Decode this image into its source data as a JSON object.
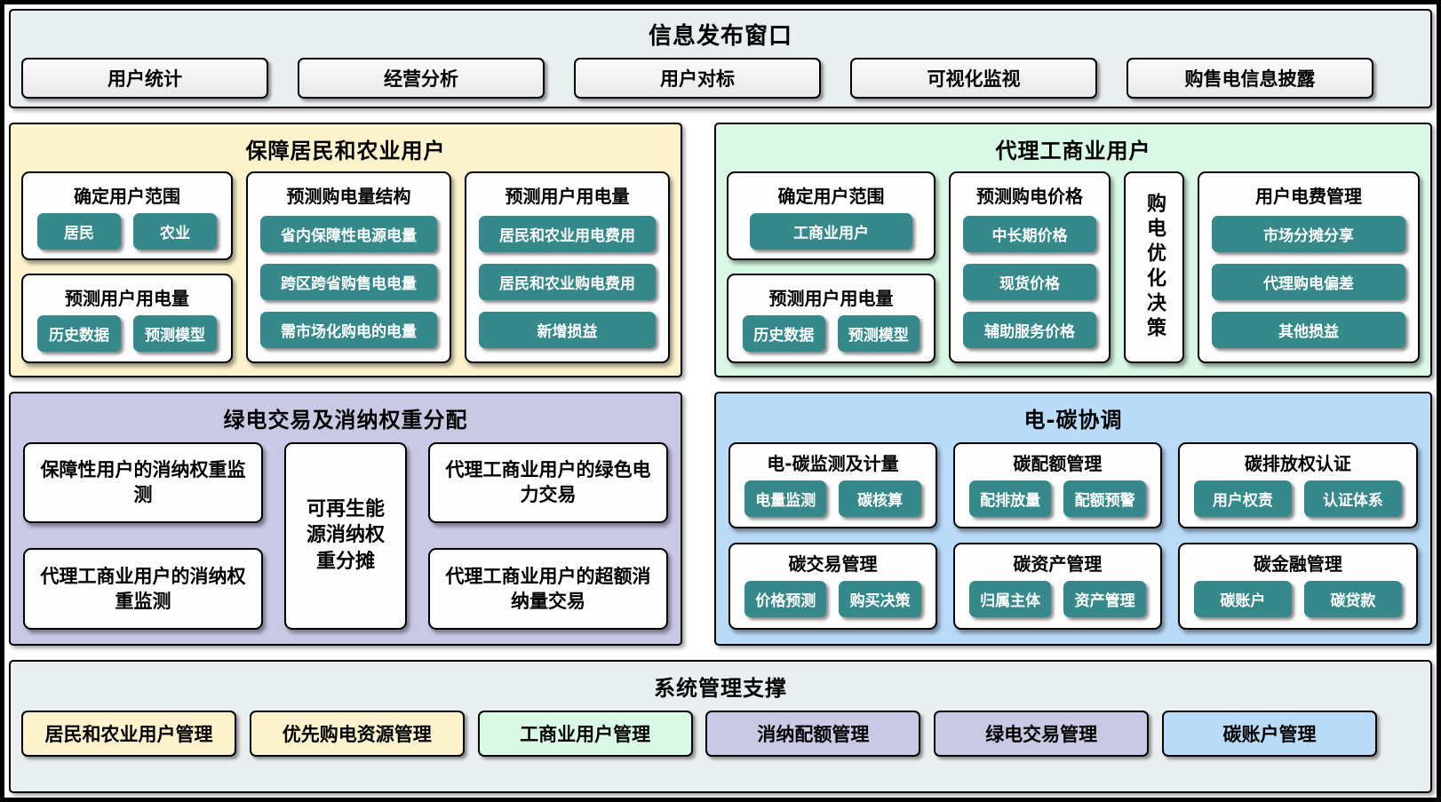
{
  "colors": {
    "teal_chip": "#35898b",
    "panel_yellow": "#fcf3cd",
    "panel_green": "#d9f8e6",
    "panel_purple": "#c9c9e6",
    "panel_blue": "#b9dbf8",
    "panel_gray": "#e9eef0",
    "box_white": "#fdfdfd",
    "border": "#000000"
  },
  "info_panel": {
    "title": "信息发布窗口",
    "buttons": [
      "用户统计",
      "经营分析",
      "用户对标",
      "可视化监视",
      "购售电信息披露"
    ]
  },
  "residential": {
    "title": "保障居民和农业用户",
    "scope": {
      "title": "确定用户范围",
      "items": [
        "居民",
        "农业"
      ]
    },
    "usage": {
      "title": "预测用户用电量",
      "items": [
        "历史数据",
        "预测模型"
      ]
    },
    "structure": {
      "title": "预测购电量结构",
      "items": [
        "省内保障性电源电量",
        "跨区跨省购售电电量",
        "需市场化购电的电量"
      ]
    },
    "fees": {
      "title": "预测用户用电量",
      "items": [
        "居民和农业用电费用",
        "居民和农业购电费用",
        "新增损益"
      ]
    }
  },
  "commercial": {
    "title": "代理工商业用户",
    "scope": {
      "title": "确定用户范围",
      "items": [
        "工商业用户"
      ]
    },
    "usage": {
      "title": "预测用户用电量",
      "items": [
        "历史数据",
        "预测模型"
      ]
    },
    "price": {
      "title": "预测购电价格",
      "items": [
        "中长期价格",
        "现货价格",
        "辅助服务价格"
      ]
    },
    "decision": {
      "title": "购电优化决策"
    },
    "fees": {
      "title": "用户电费管理",
      "items": [
        "市场分摊分享",
        "代理购电偏差",
        "其他损益"
      ]
    }
  },
  "green_trade": {
    "title": "绿电交易及消纳权重分配",
    "left": [
      "保障性用户的消纳权重监测",
      "代理工商业用户的消纳权重监测"
    ],
    "middle": "可再生能源消纳权重分摊",
    "right": [
      "代理工商业用户的绿色电力交易",
      "代理工商业用户的超额消纳量交易"
    ]
  },
  "carbon": {
    "title": "电-碳协调",
    "boxes": [
      {
        "title": "电-碳监测及计量",
        "items": [
          "电量监测",
          "碳核算"
        ]
      },
      {
        "title": "碳配额管理",
        "items": [
          "配排放量",
          "配额预警"
        ]
      },
      {
        "title": "碳排放权认证",
        "items": [
          "用户权责",
          "认证体系"
        ]
      },
      {
        "title": "碳交易管理",
        "items": [
          "价格预测",
          "购买决策"
        ]
      },
      {
        "title": "碳资产管理",
        "items": [
          "归属主体",
          "资产管理"
        ]
      },
      {
        "title": "碳金融管理",
        "items": [
          "碳账户",
          "碳贷款"
        ]
      }
    ]
  },
  "support": {
    "title": "系统管理支撑",
    "buttons": [
      {
        "label": "居民和农业用户管理",
        "color": "#fcf3cd"
      },
      {
        "label": "优先购电资源管理",
        "color": "#fcf3cd"
      },
      {
        "label": "工商业用户管理",
        "color": "#d9f8e6"
      },
      {
        "label": "消纳配额管理",
        "color": "#c9c9e6"
      },
      {
        "label": "绿电交易管理",
        "color": "#c9c9e6"
      },
      {
        "label": "碳账户管理",
        "color": "#b9dbf8"
      }
    ]
  }
}
